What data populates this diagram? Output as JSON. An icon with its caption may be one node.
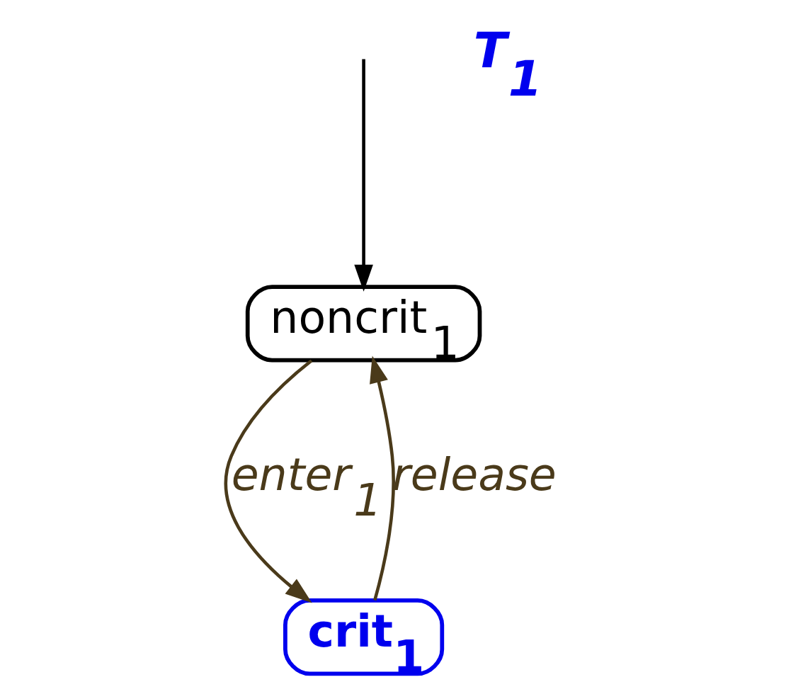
{
  "diagram": {
    "nodes": [
      {
        "text": [
          "noncrit$_{1}$"
        ]
      },
      {
        "text": [
          "crit$_{1}$"
        ]
      }
    ],
    "edges": [
      {
        "from": null,
        "to": 0,
        "arrow": "to",
        "color": "#000000"
      },
      {
        "from": 0,
        "to": 1,
        "arrow": "to",
        "label": "enter$_{1}$"
      },
      {
        "from": 1,
        "to": 0,
        "arrow": "to",
        "label": "release"
      }
    ],
    "labels": [
      "T$_{1}$"
    ]
  }
}
